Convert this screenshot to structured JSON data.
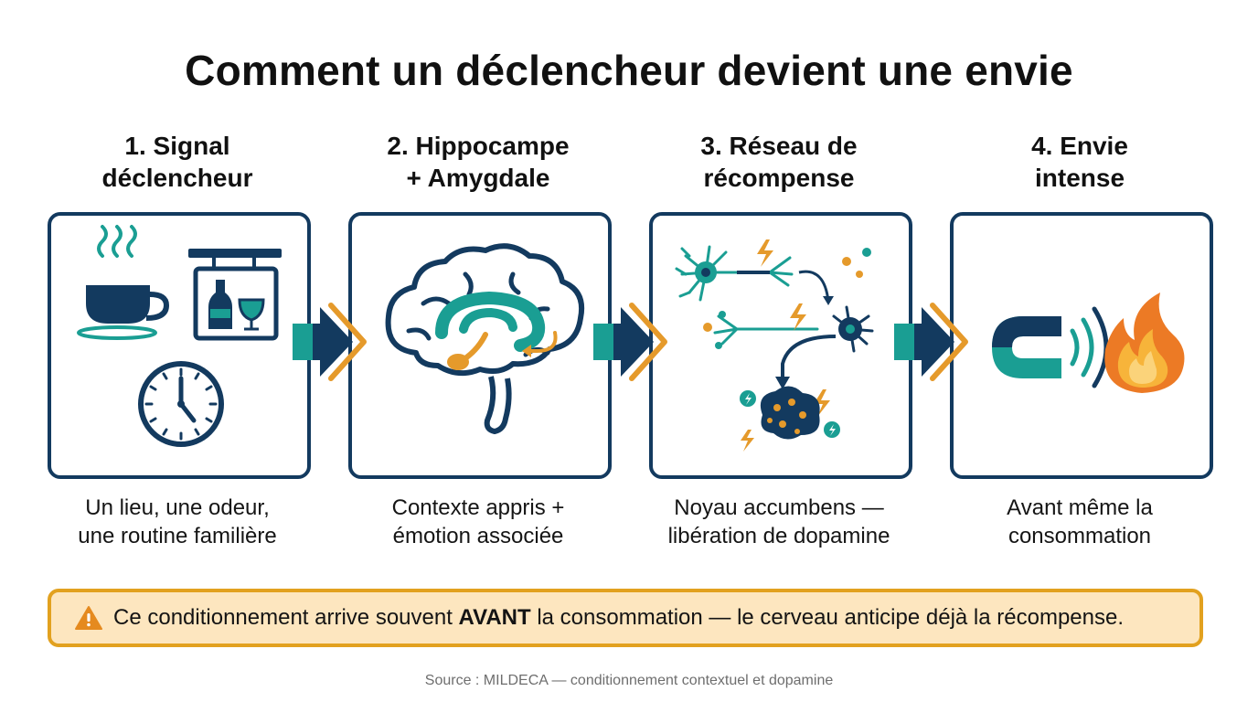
{
  "title": "Comment un déclencheur devient une envie",
  "steps": [
    {
      "title_line1": "1. Signal",
      "title_line2": "déclencheur",
      "desc_line1": "Un lieu, une odeur,",
      "desc_line2": "une routine familière"
    },
    {
      "title_line1": "2. Hippocampe",
      "title_line2": "+ Amygdale",
      "desc_line1": "Contexte appris +",
      "desc_line2": "émotion associée"
    },
    {
      "title_line1": "3. Réseau de",
      "title_line2": "récompense",
      "desc_line1": "Noyau accumbens —",
      "desc_line2": "libération de dopamine"
    },
    {
      "title_line1": "4. Envie",
      "title_line2": "intense",
      "desc_line1": "Avant même la",
      "desc_line2": "consommation"
    }
  ],
  "banner": {
    "text_before": "Ce conditionnement arrive souvent ",
    "text_bold": "AVANT",
    "text_after": " la consommation — le cerveau anticipe déjà la récompense."
  },
  "source": "Source : MILDECA — conditionnement contextuel et dopamine",
  "icons": {
    "panel1": [
      "coffee-cup-icon",
      "bar-sign-icon",
      "clock-icon"
    ],
    "panel2": [
      "brain-icon"
    ],
    "panel3": [
      "neuron-network-icon",
      "nucleus-accumbens-icon",
      "lightning-icon"
    ],
    "panel4": [
      "magnet-icon",
      "flame-icon"
    ],
    "banner": "warning-icon"
  },
  "colors": {
    "navy": "#133a5f",
    "teal": "#1a9e93",
    "orange": "#e59a2b",
    "banner_bg": "#fde6bf",
    "banner_border": "#e2a11f"
  }
}
